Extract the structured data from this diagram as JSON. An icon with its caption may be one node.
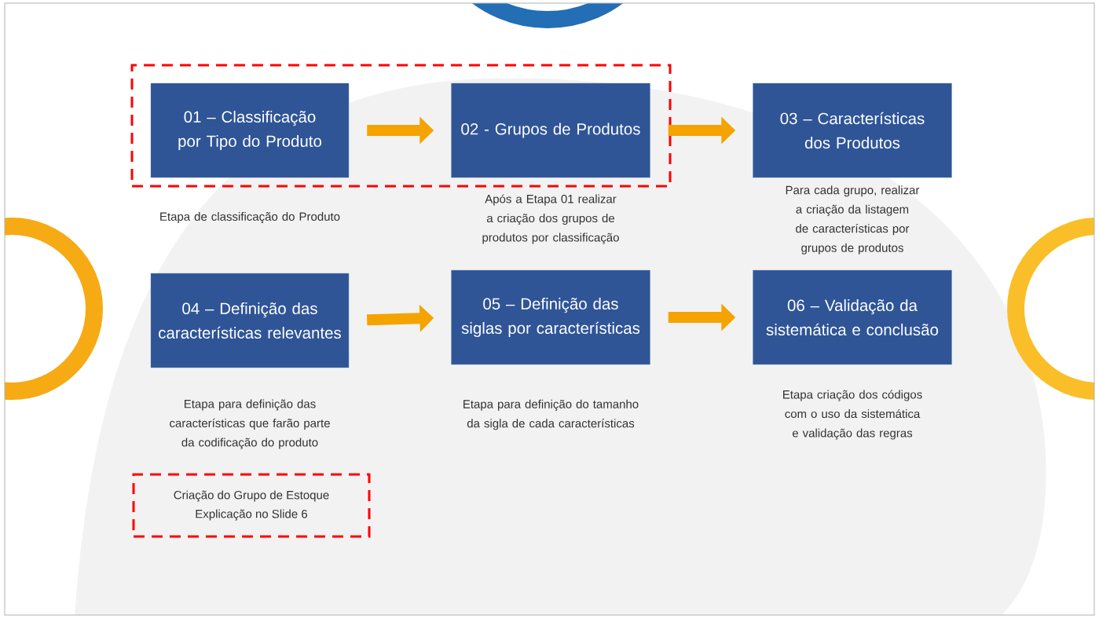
{
  "diagram": {
    "nodes": [
      {
        "text": [],
        "shape": "box"
      },
      {
        "text": [
          "01 – Classificação por Tipo do Produto"
        ],
        "in": 0,
        "beside": [
          "Etapa de classificação do Produto"
        ]
      },
      {
        "text": [
          "02 - Grupos de Produtos"
        ],
        "in": 0,
        "beside": [
          "Após a Etapa 01 realizar a criação dos grupos de produtos por classificação"
        ]
      },
      {
        "text": [
          "03 – Características dos Produtos"
        ],
        "beside": [
          "Para cada grupo, realizar a criação da listagem de características por grupos de produtos"
        ]
      },
      {
        "text": [
          "04 – Definição das características relevantes"
        ],
        "beside": [
          "Etapa para definição das características que farão parte da codificação do produto"
        ]
      },
      {
        "text": [
          "05 – Definição das siglas por características"
        ],
        "beside": [
          "Etapa para definição do tamanho da sigla de cada características"
        ]
      },
      {
        "text": [
          "06 – Validação da sistemática e conclusão"
        ],
        "beside": [
          "Etapa criação dos códigos com o uso da sistemática e validação das regras"
        ]
      },
      {
        "text": [
          "Criação do Grupo de Estoque",
          "Explicação no Slide 6"
        ]
      }
    ],
    "edges": [
      {
        "from": 1,
        "to": 2,
        "arrow": "to"
      },
      {
        "from": 2,
        "to": 3,
        "arrow": "to"
      },
      {
        "from": 4,
        "to": 5,
        "arrow": "to"
      },
      {
        "from": 5,
        "to": 6,
        "arrow": "to"
      }
    ]
  }
}
